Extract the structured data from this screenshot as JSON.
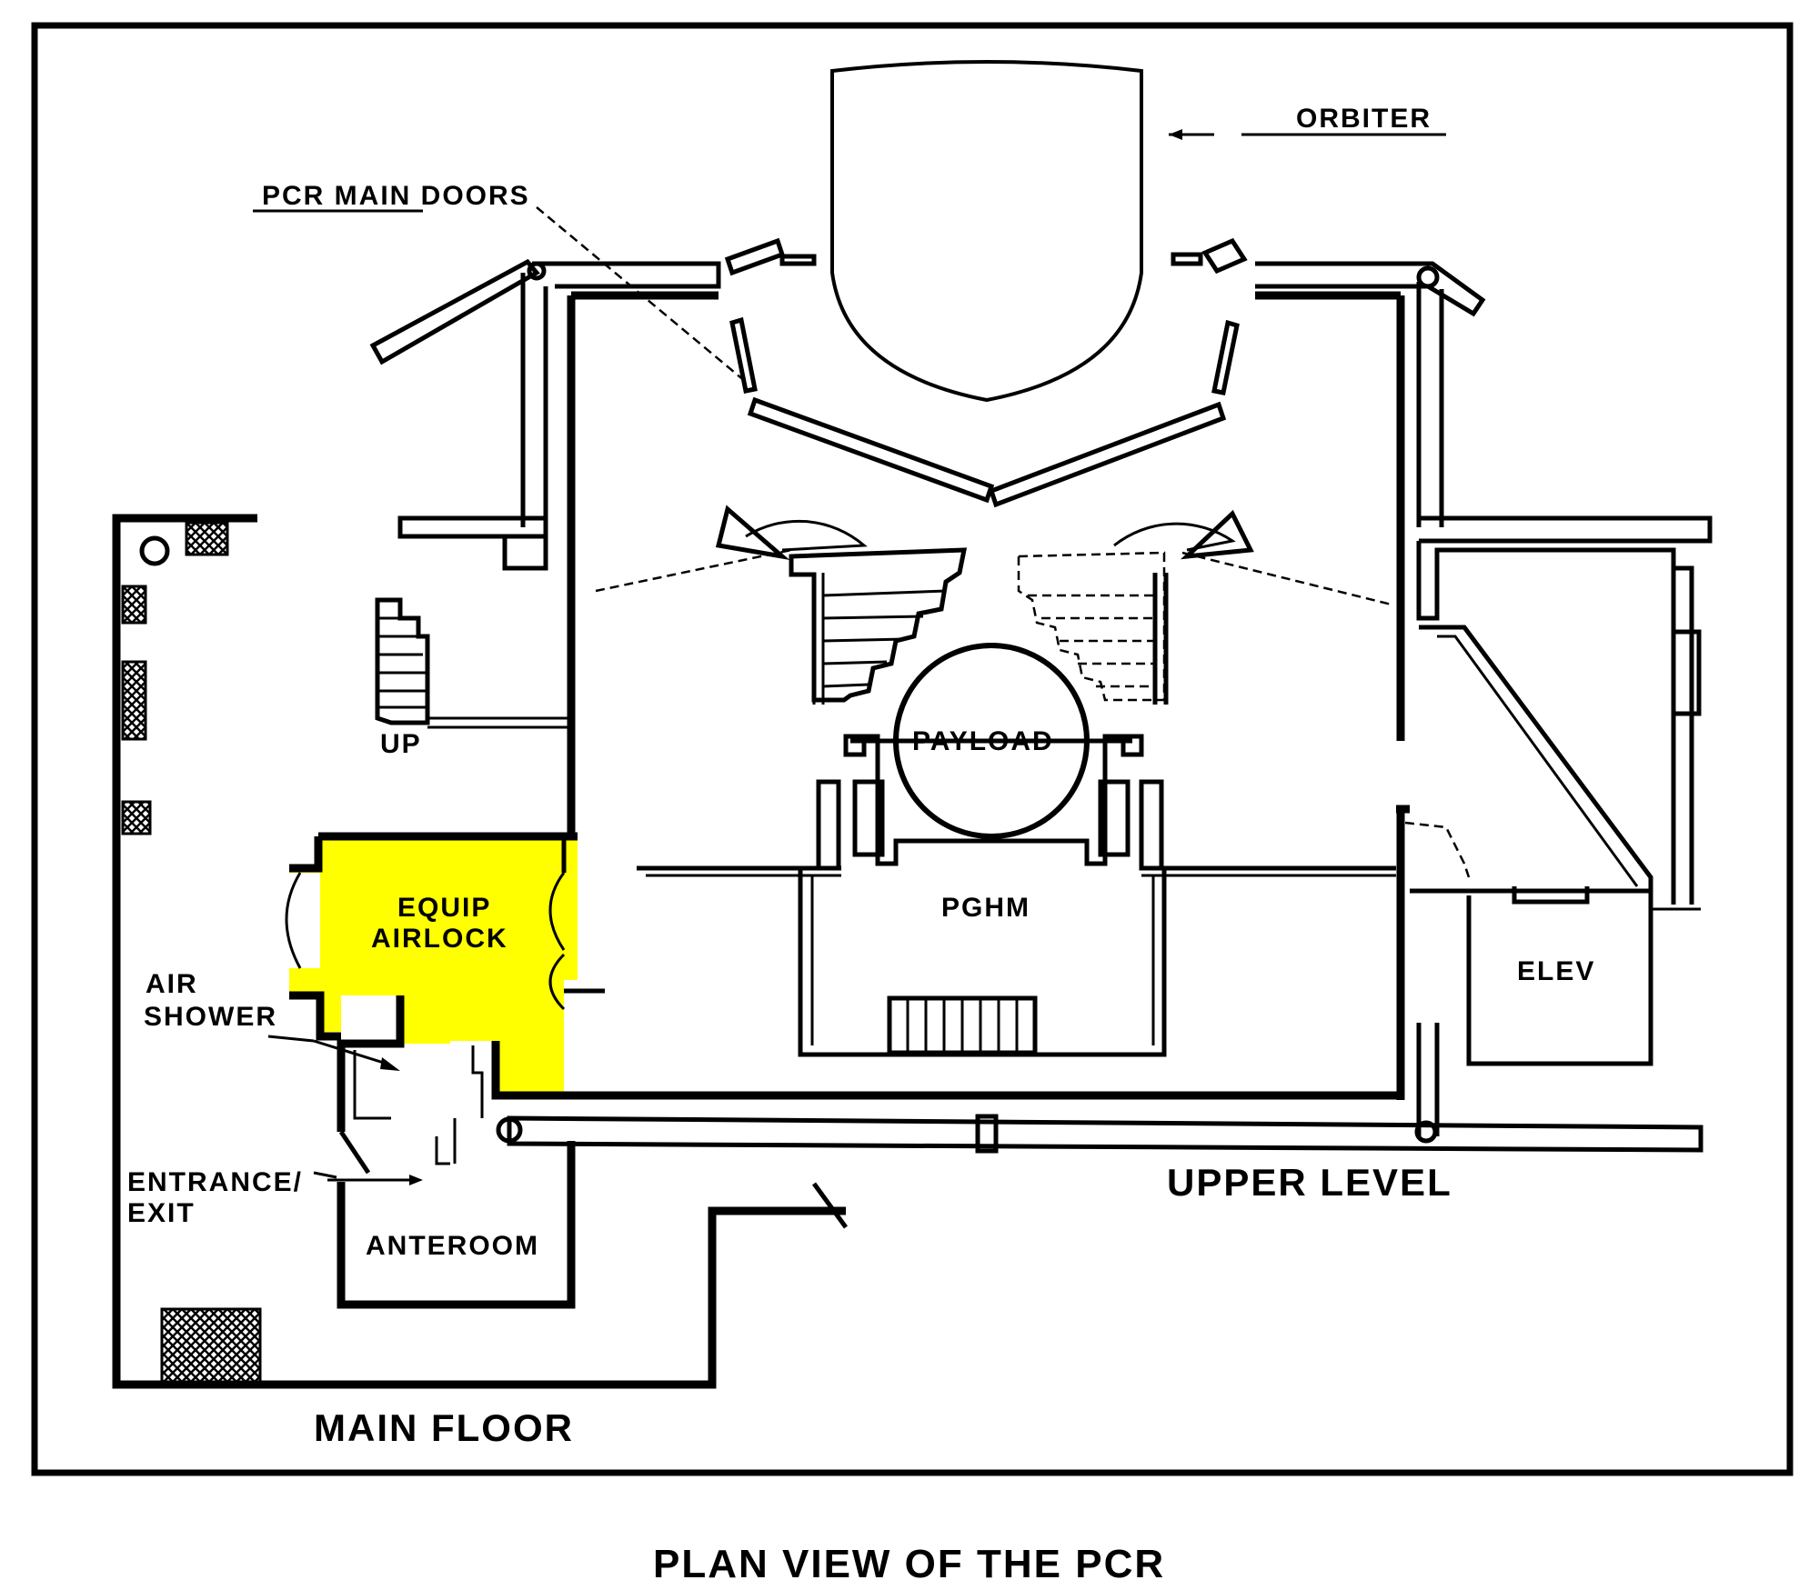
{
  "caption": "PLAN VIEW OF THE PCR",
  "highlight_color": "#ffff00",
  "labels": {
    "orbiter": "ORBITER",
    "pcr_main_doors": "PCR MAIN DOORS",
    "payload": "PAYLOAD",
    "pghm": "PGHM",
    "equip_airlock_line1": "EQUIP",
    "equip_airlock_line2": "AIRLOCK",
    "air_shower_line1": "AIR",
    "air_shower_line2": "SHOWER",
    "entrance_exit_line1": "ENTRANCE/",
    "entrance_exit_line2": "EXIT",
    "anteroom": "ANTEROOM",
    "up": "UP",
    "elev": "ELEV",
    "upper_level": "UPPER LEVEL",
    "main_floor": "MAIN FLOOR"
  }
}
